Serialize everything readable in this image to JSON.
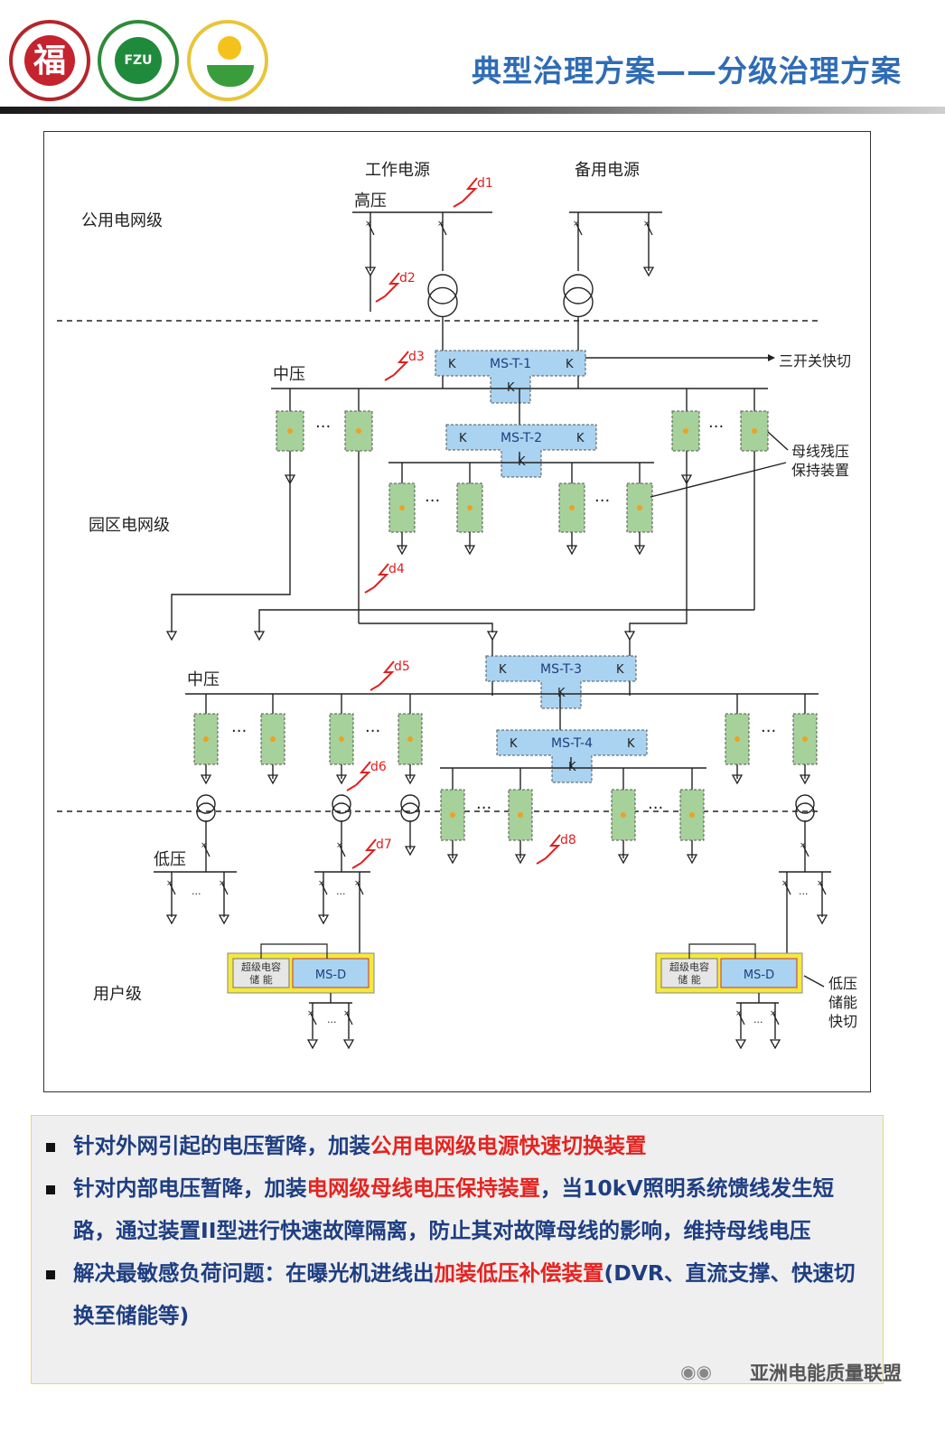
{
  "header": {
    "title": "典型治理方案——分级治理方案",
    "logo1_char": "福"
  },
  "diagram": {
    "sources": {
      "work": "工作电源",
      "backup": "备用电源"
    },
    "levels": {
      "public": "公用电网级",
      "park": "园区电网级",
      "user": "用户级"
    },
    "voltage": {
      "high": "高压",
      "mid": "中压",
      "low": "低压"
    },
    "devices": {
      "mst1": "MS-T-1",
      "mst2": "MS-T-2",
      "mst3": "MS-T-3",
      "mst4": "MS-T-4",
      "msd": "MS-D",
      "k": "K",
      "supercap_line1": "超级电容",
      "supercap_line2": "储 能"
    },
    "faults": [
      "d1",
      "d2",
      "d3",
      "d4",
      "d5",
      "d6",
      "d7",
      "d8"
    ],
    "annotations": {
      "switch3": "三开关快切",
      "bus_hold_line1": "母线残压",
      "bus_hold_line2": "保持装置",
      "lv_line1": "低压",
      "lv_line2": "储能",
      "lv_line3": "快切"
    },
    "ellipsis": "···",
    "small_ellipsis": "...",
    "colors": {
      "device_blue": "#a9d3f0",
      "feeder_green": "#a6d19b",
      "fault_red": "#e02020",
      "msd_yellow": "#f4e93c"
    }
  },
  "bullets": [
    {
      "pre": "针对外网引起的电压暂降，加装",
      "red": "公用电网级电源快速切换装置",
      "post": ""
    },
    {
      "pre": "针对内部电压暂降，加装",
      "red": "电网级母线电压保持装置",
      "post": "，当10kV照明系统馈线发生短路，通过装置II型进行快速故障隔离，防止其对故障母线的影响，维持母线电压"
    },
    {
      "pre": "解决最敏感负荷问题：在曝光机进线出",
      "red": "加装低压补偿装置",
      "post": "(DVR、直流支撑、快速切换至储能等)"
    }
  ],
  "watermark": "亚洲电能质量联盟"
}
